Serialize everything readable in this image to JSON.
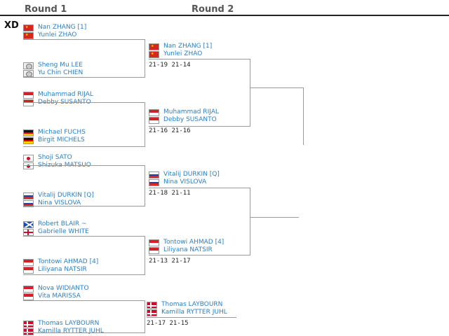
{
  "headers": {
    "round1": "Round 1",
    "round2": "Round 2"
  },
  "event": "XD",
  "round1": [
    {
      "p1": "Nan ZHANG [1]",
      "p2": "Yunlei ZHAO",
      "flag": "china"
    },
    {
      "p1": "Sheng Mu LEE",
      "p2": "Yu Chin CHIEN",
      "flag": "taipei"
    },
    {
      "p1": "Muhammad RIJAL",
      "p2": "Debby SUSANTO",
      "flag": "indonesia"
    },
    {
      "p1": "Michael FUCHS",
      "p2": "Birgit MICHELS",
      "flag": "germany"
    },
    {
      "p1": "Shoji SATO",
      "p2": "Shizuka MATSUO",
      "flag": "japan"
    },
    {
      "p1": "Vitalij DURKIN [Q]",
      "p2": "Nina VISLOVA",
      "flag": "russia"
    },
    {
      "p1": "Robert BLAIR ~",
      "p2": "Gabrielle WHITE",
      "flag": "scotland-england"
    },
    {
      "p1": "Tontowi AHMAD [4]",
      "p2": "Liliyana NATSIR",
      "flag": "indonesia"
    },
    {
      "p1": "Nova WIDIANTO",
      "p2": "Vita MARISSA",
      "flag": "indonesia"
    },
    {
      "p1": "Thomas LAYBOURN",
      "p2": "Kamilla RYTTER JUHL",
      "flag": "denmark"
    }
  ],
  "round2": [
    {
      "p1": "Nan ZHANG [1]",
      "p2": "Yunlei ZHAO",
      "flag": "china",
      "score": "21-19 21-14"
    },
    {
      "p1": "Muhammad RIJAL",
      "p2": "Debby SUSANTO",
      "flag": "indonesia",
      "score": "21-16 21-16"
    },
    {
      "p1": "Vitalij DURKIN [Q]",
      "p2": "Nina VISLOVA",
      "flag": "russia",
      "score": "21-18 21-11"
    },
    {
      "p1": "Tontowi AHMAD [4]",
      "p2": "Liliyana NATSIR",
      "flag": "indonesia",
      "score": "21-13 21-17"
    },
    {
      "p1": "Thomas LAYBOURN",
      "p2": "Kamilla RYTTER JUHL",
      "flag": "denmark",
      "score": "21-17 21-15"
    }
  ]
}
